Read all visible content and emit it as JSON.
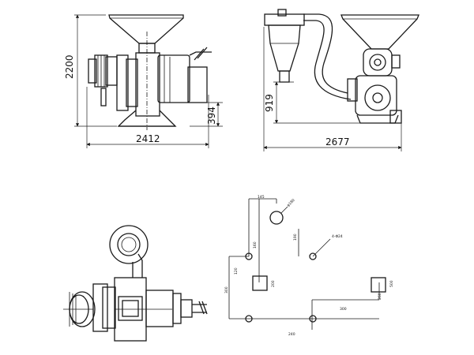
{
  "view_front": {
    "height_dim": "2200",
    "width_dim": "2412",
    "foot_dim": "394"
  },
  "view_side": {
    "width_dim": "2677",
    "inlet_dim": "919"
  },
  "view_layout": {
    "dims": [
      "145",
      "φ180",
      "160",
      "120",
      "4-Φ24",
      "190",
      "300",
      "200",
      "300",
      "240",
      "500",
      "260",
      "300",
      "160"
    ]
  }
}
